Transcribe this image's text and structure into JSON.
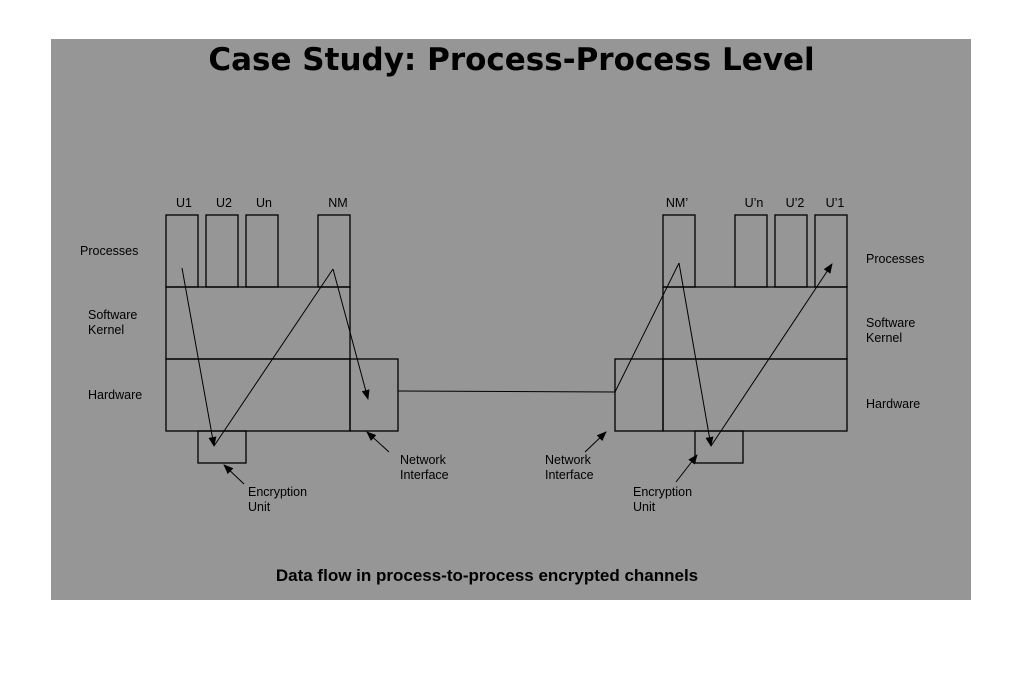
{
  "slide": {
    "title": "Case Study: Process-Process Level",
    "caption": "Data flow in process-to-process encrypted channels",
    "background": "#969696"
  },
  "left_host": {
    "process_labels": [
      "U1",
      "U2",
      "Un",
      "NM"
    ],
    "layer_processes": "Processes",
    "layer_kernel_line1": "Software",
    "layer_kernel_line2": "Kernel",
    "layer_hardware": "Hardware",
    "encryption_line1": "Encryption",
    "encryption_line2": "Unit",
    "nic_line1": "Network",
    "nic_line2": "Interface"
  },
  "right_host": {
    "process_labels": [
      "NM’",
      "U’n",
      "U’2",
      "U’1"
    ],
    "layer_processes": "Processes",
    "layer_kernel_line1": "Software",
    "layer_kernel_line2": "Kernel",
    "layer_hardware": "Hardware",
    "encryption_line1": "Encryption",
    "encryption_line2": "Unit",
    "nic_line1": "Network",
    "nic_line2": "Interface"
  }
}
